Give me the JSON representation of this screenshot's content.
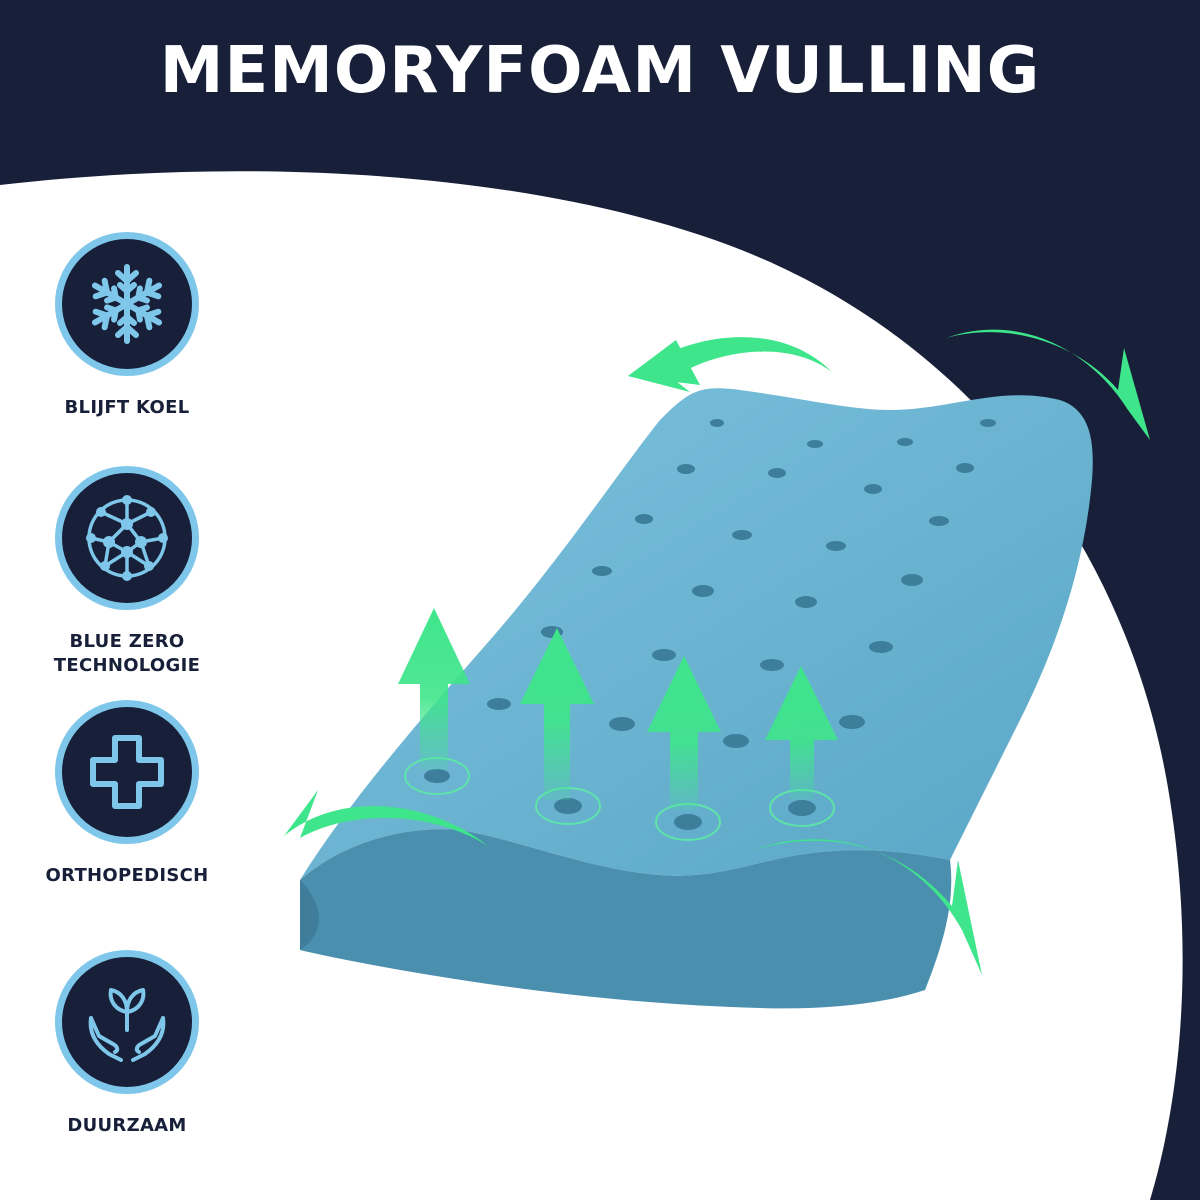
{
  "title": "MEMORYFOAM VULLING",
  "features": [
    {
      "label": "BLIJFT KOEL",
      "icon": "snowflake-icon"
    },
    {
      "label": "BLUE ZERO\nTECHNOLOGIE",
      "icon": "network-globe-icon"
    },
    {
      "label": "ORTHOPEDISCH",
      "icon": "medical-cross-icon"
    },
    {
      "label": "DUURZAAM",
      "icon": "hands-plant-icon"
    }
  ],
  "colors": {
    "navy": "#182039",
    "white": "#ffffff",
    "icon_blue": "#7fc7ea",
    "foam_blue": "#6fb7d3",
    "arrow_green": "#3ee58a"
  }
}
